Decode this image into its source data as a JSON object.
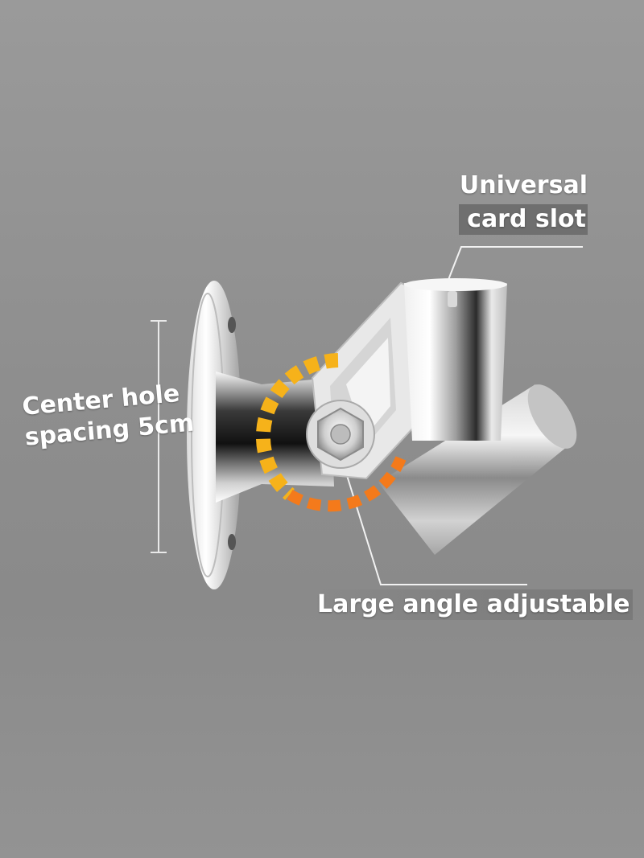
{
  "labels": {
    "center_hole": [
      "Center hole",
      "spacing 5cm"
    ],
    "card_slot": [
      "Universal",
      "card slot"
    ],
    "angle": "Large angle adjustable"
  },
  "colors": {
    "arc_yellow": "#f6b21a",
    "arc_orange": "#f47a1b",
    "chrome_light": "#f4f4f4",
    "chrome_dark": "#1e1e1e",
    "background": "#8e8e8e"
  }
}
